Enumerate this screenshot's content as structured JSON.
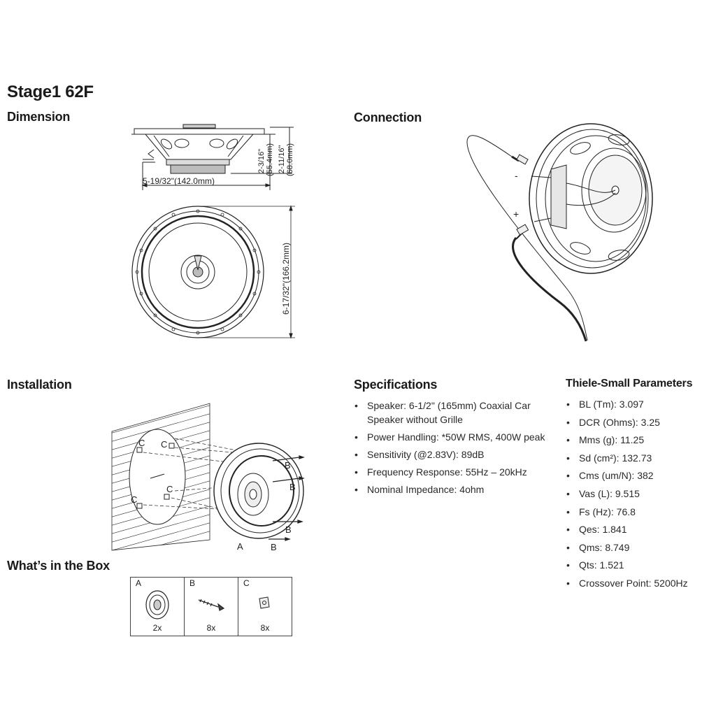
{
  "title": "Stage1 62F",
  "sections": {
    "dimension": "Dimension",
    "connection": "Connection",
    "installation": "Installation",
    "whats_in_box": "What’s in the Box",
    "specifications": "Specifications",
    "thiele_small": "Thiele-Small Parameters"
  },
  "dimension_labels": {
    "width": "5-19/32\"(142.0mm)",
    "mount_depth_in": "2-3/16\"",
    "mount_depth_mm": "(55.4mm)",
    "total_depth_in": "2-11/16\"",
    "total_depth_mm": "(68.0mm)",
    "diameter": "6-17/32\"(166.2mm)"
  },
  "connection_labels": {
    "negative": "-",
    "positive": "+"
  },
  "installation_labels": {
    "a": "A",
    "b": "B",
    "c": "C"
  },
  "box_items": [
    {
      "label": "A",
      "qty": "2x"
    },
    {
      "label": "B",
      "qty": "8x"
    },
    {
      "label": "C",
      "qty": "8x"
    }
  ],
  "specifications": [
    "Speaker: 6-1/2\" (165mm) Coaxial Car Speaker without Grille",
    "Power Handling: *50W RMS, 400W peak",
    "Sensitivity (@2.83V): 89dB",
    "Frequency Response: 55Hz – 20kHz",
    "Nominal Impedance: 4ohm"
  ],
  "thiele_small_parameters": [
    "BL (Tm): 3.097",
    "DCR (Ohms): 3.25",
    "Mms (g): 11.25",
    "Sd (cm²): 132.73",
    "Cms (um/N): 382",
    "Vas (L): 9.515",
    "Fs (Hz): 76.8",
    "Qes: 1.841",
    "Qms: 8.749",
    "Qts: 1.521",
    "Crossover Point: 5200Hz"
  ]
}
